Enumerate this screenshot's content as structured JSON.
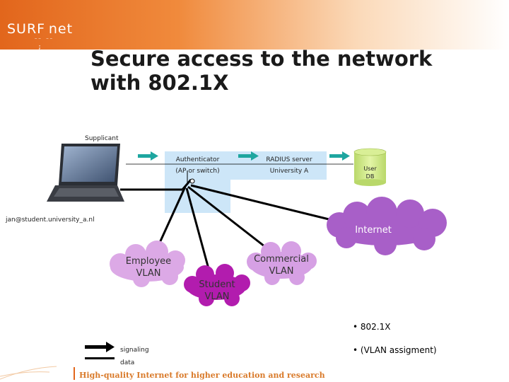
{
  "header": {
    "logo_text": "SURF net",
    "title_line1": "Secure access to the network",
    "title_line2": "with 802.1X"
  },
  "diagram": {
    "supplicant_label": "Supplicant",
    "user_email": "jan@student.university_a.nl",
    "authenticator_line1": "Authenticator",
    "authenticator_line2": "(AP or switch)",
    "radius_line1": "RADIUS server",
    "radius_line2": "University A",
    "userdb_line1": "User",
    "userdb_line2": "DB",
    "internet_label": "Internet",
    "employee_line1": "Employee",
    "employee_line2": "VLAN",
    "commercial_line1": "Commercial",
    "commercial_line2": "VLAN",
    "student_line1": "Student",
    "student_line2": "VLAN",
    "colors": {
      "panel": "#cde6f8",
      "signal_arrow": "#1ea6a0",
      "internet_cloud": "#a85fc8",
      "employee_cloud": "#dca9e6",
      "commercial_cloud": "#d6a0e4",
      "student_cloud": "#b21cae",
      "db_fill": "#cfe882"
    }
  },
  "legend": {
    "signaling_label": "signaling",
    "data_label": "data"
  },
  "bullets": {
    "item1": "• 802.1X",
    "item2": "• (VLAN assigment)"
  },
  "footer": {
    "tagline": "High-quality Internet for higher education and research"
  }
}
